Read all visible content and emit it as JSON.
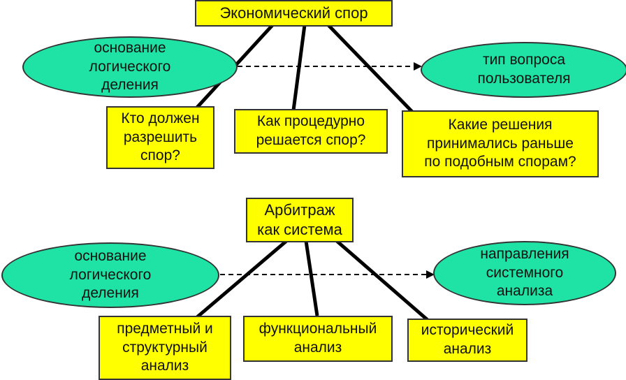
{
  "top": {
    "root": [
      "Экономический спор"
    ],
    "left_basis": [
      "основание",
      "логического",
      "деления"
    ],
    "right_target": [
      "тип вопроса",
      "пользователя"
    ],
    "children": [
      [
        "Кто должен",
        "разрешить",
        "спор?"
      ],
      [
        "Как процедурно",
        "решается спор?"
      ],
      [
        "Какие решения",
        "принимались раньше",
        "по подобным спорам?"
      ]
    ]
  },
  "bottom": {
    "root": [
      "Арбитраж",
      "как система"
    ],
    "left_basis": [
      "основание",
      "логического",
      "деления"
    ],
    "right_target": [
      "направления",
      "системного",
      "анализа"
    ],
    "children": [
      [
        "предметный и",
        "структурный",
        "анализ"
      ],
      [
        "функциональный",
        "анализ"
      ],
      [
        "исторический",
        "анализ"
      ]
    ]
  },
  "colors": {
    "box_fill": "#ffff00",
    "ellipse_fill": "#1fe3a4",
    "line": "#000000"
  }
}
